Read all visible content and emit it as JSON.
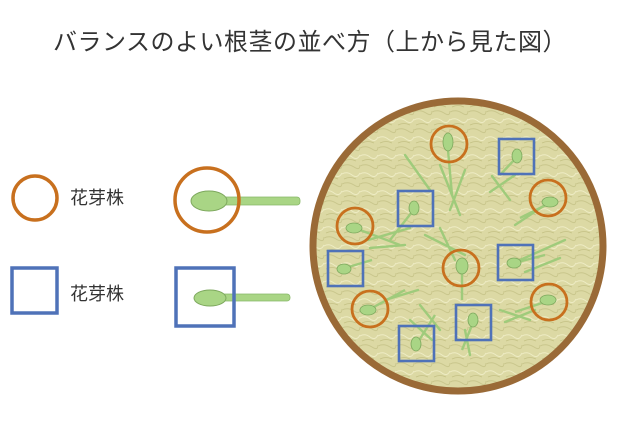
{
  "title": "バランスのよい根茎の並べ方（上から見た図）",
  "legend": [
    {
      "shape": "circle",
      "label": "花芽株",
      "color": "#c8701e"
    },
    {
      "shape": "square",
      "label": "花芽株",
      "color": "#4f72b8"
    }
  ],
  "colors": {
    "bed_border": "#9a6a37",
    "bed_fill": "#dcd9a4",
    "sprout": "#9fcb7b",
    "sprout_dark": "#7da85d",
    "circle": "#c8701e",
    "square": "#4f72b8"
  }
}
